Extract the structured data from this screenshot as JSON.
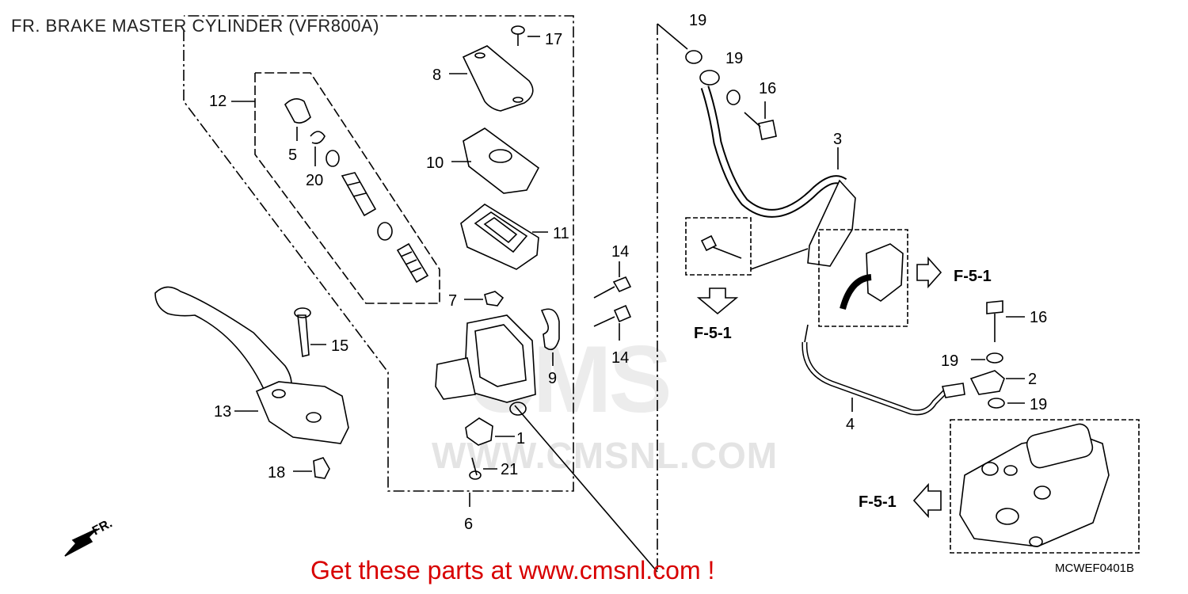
{
  "title": "FR. BRAKE MASTER CYLINDER (VFR800A)",
  "footer": "Get these parts at www.cmsnl.com !",
  "diagram_code": "MCWEF0401B",
  "watermark": {
    "logo": "CMS",
    "url": "WWW.CMSNL.COM"
  },
  "direction_label": "FR.",
  "ref_labels": [
    "F-5-1",
    "F-5-1",
    "F-5-1"
  ],
  "callouts": [
    "1",
    "2",
    "3",
    "4",
    "5",
    "6",
    "7",
    "8",
    "9",
    "10",
    "11",
    "12",
    "13",
    "14",
    "14",
    "15",
    "16",
    "16",
    "17",
    "18",
    "19",
    "19",
    "19",
    "19",
    "20",
    "21"
  ],
  "colors": {
    "footer": "#d80000",
    "lines": "#000000",
    "watermark": "#e6e6e6"
  }
}
